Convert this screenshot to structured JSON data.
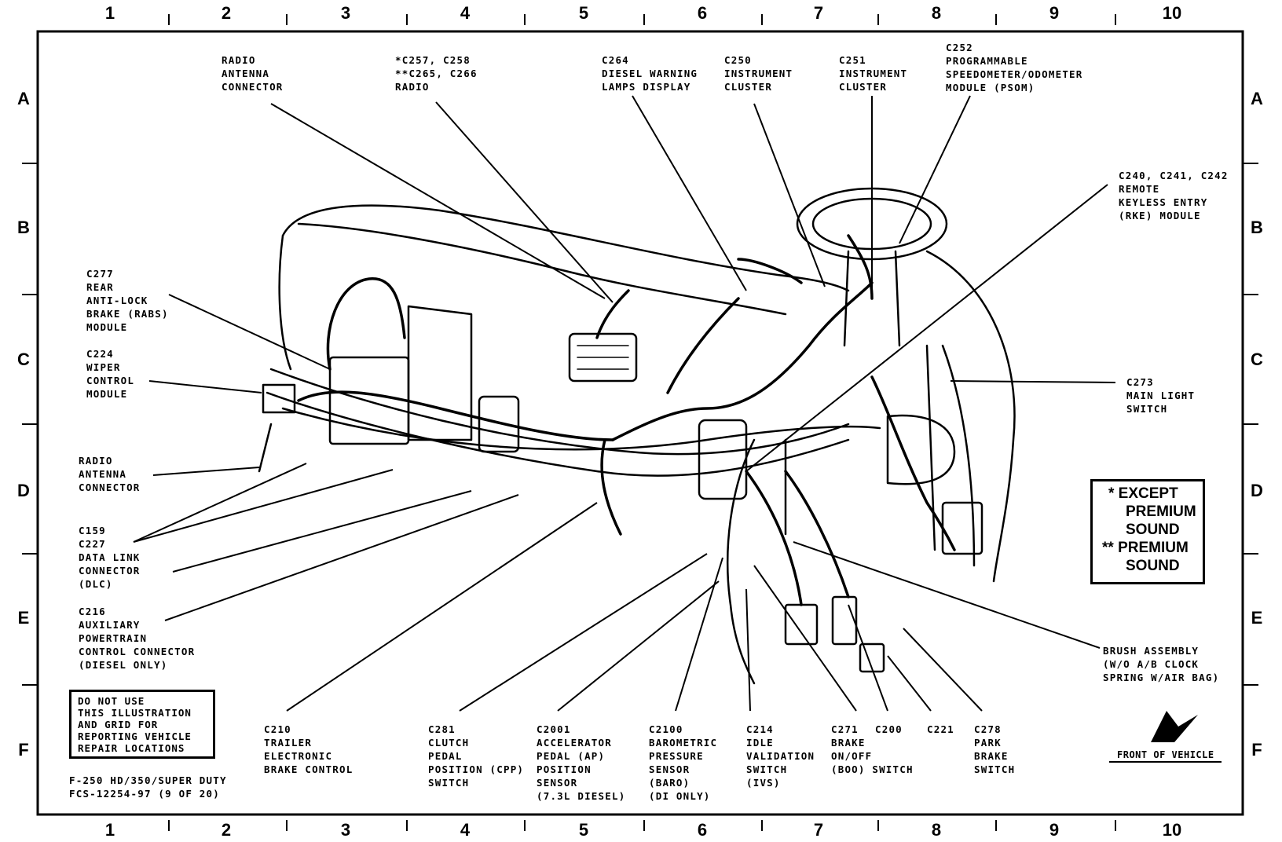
{
  "grid": {
    "columns": [
      "1",
      "2",
      "3",
      "4",
      "5",
      "6",
      "7",
      "8",
      "9",
      "10"
    ],
    "rows": [
      "A",
      "B",
      "C",
      "D",
      "E",
      "F"
    ]
  },
  "callouts": {
    "radio_antenna_top": [
      "RADIO",
      "ANTENNA",
      "CONNECTOR"
    ],
    "radio": [
      "*C257, C258",
      "**C265, C266",
      "RADIO"
    ],
    "diesel_warning": [
      "C264",
      "DIESEL WARNING",
      "LAMPS DISPLAY"
    ],
    "instrument_cluster_250": [
      "C250",
      "INSTRUMENT",
      "CLUSTER"
    ],
    "instrument_cluster_251": [
      "C251",
      "INSTRUMENT",
      "CLUSTER"
    ],
    "psom": [
      "C252",
      "PROGRAMMABLE",
      "SPEEDOMETER/ODOMETER",
      "MODULE (PSOM)"
    ],
    "rke": [
      "C240, C241, C242",
      "REMOTE",
      "KEYLESS ENTRY",
      "(RKE) MODULE"
    ],
    "rabs": [
      "C277",
      "REAR",
      "ANTI-LOCK",
      "BRAKE (RABS)",
      "MODULE"
    ],
    "wiper": [
      "C224",
      "WIPER",
      "CONTROL",
      "MODULE"
    ],
    "main_light": [
      "C273",
      "MAIN LIGHT",
      "SWITCH"
    ],
    "radio_antenna_left": [
      "RADIO",
      "ANTENNA",
      "CONNECTOR"
    ],
    "dlc": [
      "C159",
      "C227",
      "DATA LINK",
      "CONNECTOR",
      "(DLC)"
    ],
    "aux_powertrain": [
      "C216",
      "AUXILIARY",
      "POWERTRAIN",
      "CONTROL CONNECTOR",
      "(DIESEL ONLY)"
    ],
    "brush": [
      "BRUSH ASSEMBLY",
      "(W/O A/B CLOCK",
      "SPRING W/AIR BAG)"
    ],
    "trailer": [
      "C210",
      "TRAILER",
      "ELECTRONIC",
      "BRAKE CONTROL"
    ],
    "cpp": [
      "C281",
      "CLUTCH",
      "PEDAL",
      "POSITION (CPP)",
      "SWITCH"
    ],
    "ap": [
      "C2001",
      "ACCELERATOR",
      "PEDAL (AP)",
      "POSITION",
      "SENSOR",
      "(7.3L DIESEL)"
    ],
    "baro": [
      "C2100",
      "BAROMETRIC",
      "PRESSURE",
      "SENSOR",
      "(BARO)",
      "(DI ONLY)"
    ],
    "ivs": [
      "C214",
      "IDLE",
      "VALIDATION",
      "SWITCH",
      "(IVS)"
    ],
    "boo": [
      "C271",
      "BRAKE",
      "ON/OFF",
      "(BOO) SWITCH"
    ],
    "c200": [
      "C200"
    ],
    "c221": [
      "C221"
    ],
    "park_brake": [
      "C278",
      "PARK",
      "BRAKE",
      "SWITCH"
    ]
  },
  "legend": [
    "*  EXCEPT",
    "PREMIUM",
    "SOUND",
    "**  PREMIUM",
    "SOUND"
  ],
  "notice": [
    "DO NOT USE",
    "THIS ILLUSTRATION",
    "AND GRID FOR",
    "REPORTING VEHICLE",
    "REPAIR LOCATIONS"
  ],
  "footer": [
    "F-250 HD/350/SUPER DUTY",
    "FCS-12254-97 (9 OF 20)"
  ],
  "front_of_vehicle": "FRONT OF VEHICLE"
}
